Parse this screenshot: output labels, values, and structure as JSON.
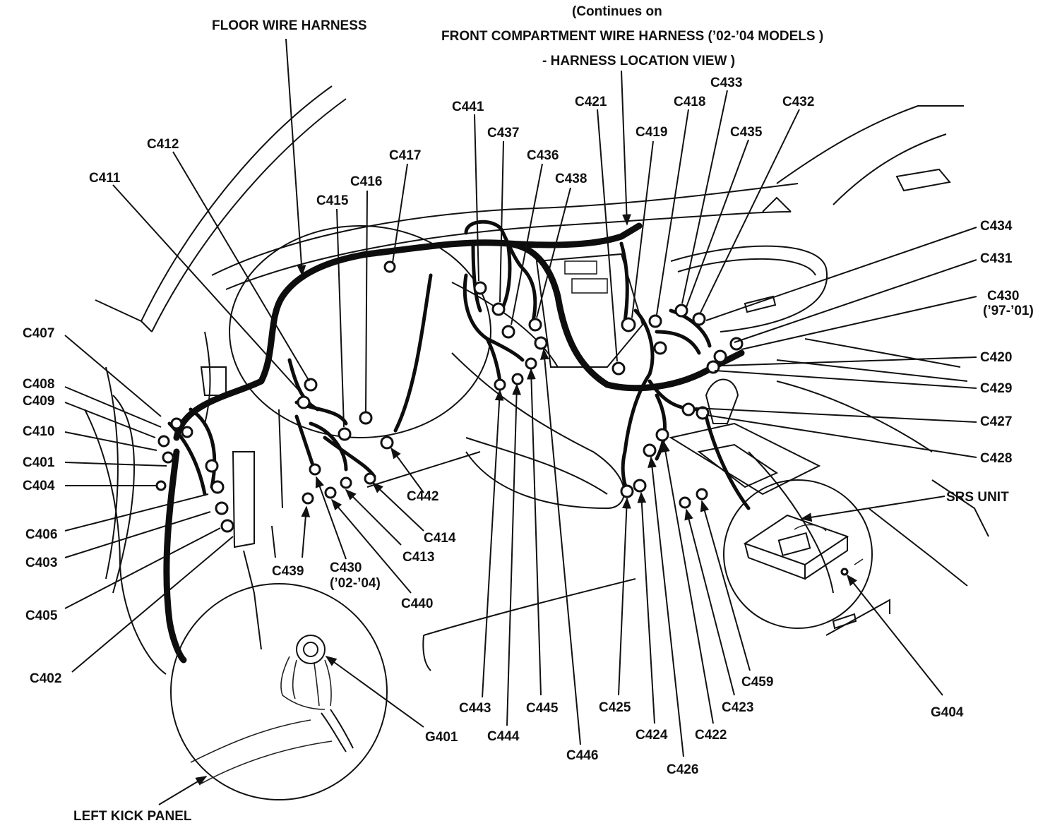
{
  "title": {
    "line1": "(Continues on",
    "line2": "FRONT COMPARTMENT WIRE HARNESS (’02-’04 MODELS )",
    "line3": "- HARNESS LOCATION VIEW )"
  },
  "labels": {
    "floor_wire_harness": "FLOOR WIRE HARNESS",
    "left_kick_panel": "LEFT KICK PANEL",
    "srs_unit": "SRS UNIT",
    "g401": "G401",
    "g404": "G404",
    "c401": "C401",
    "c402": "C402",
    "c403": "C403",
    "c404": "C404",
    "c405": "C405",
    "c406": "C406",
    "c407": "C407",
    "c408": "C408",
    "c409": "C409",
    "c410": "C410",
    "c411": "C411",
    "c412": "C412",
    "c413": "C413",
    "c414": "C414",
    "c415": "C415",
    "c416": "C416",
    "c417": "C417",
    "c418": "C418",
    "c419": "C419",
    "c420": "C420",
    "c421": "C421",
    "c422": "C422",
    "c423": "C423",
    "c424": "C424",
    "c425": "C425",
    "c426": "C426",
    "c427": "C427",
    "c428": "C428",
    "c429": "C429",
    "c430_a": "C430",
    "c430_a_years": "(’97-’01)",
    "c430_b": "C430",
    "c430_b_years": "(’02-’04)",
    "c431": "C431",
    "c432": "C432",
    "c433": "C433",
    "c434": "C434",
    "c435": "C435",
    "c436": "C436",
    "c437": "C437",
    "c438": "C438",
    "c439": "C439",
    "c440": "C440",
    "c441": "C441",
    "c442": "C442",
    "c443": "C443",
    "c444": "C444",
    "c445": "C445",
    "c446": "C446",
    "c459": "C459"
  }
}
